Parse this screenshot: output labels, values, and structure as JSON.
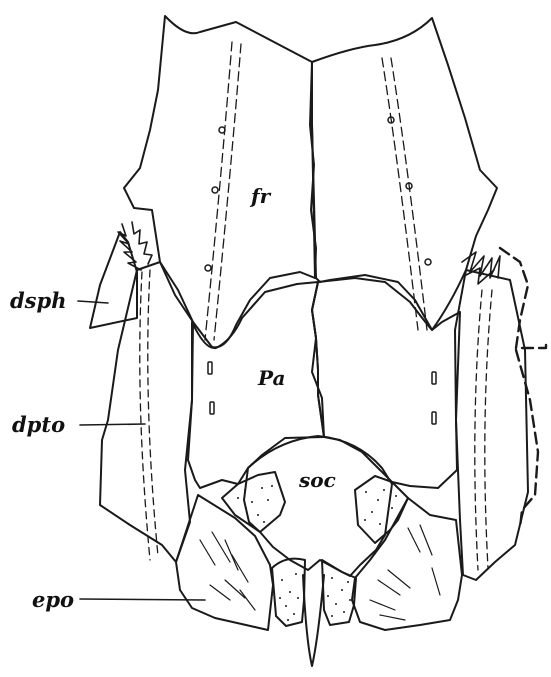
{
  "figure": {
    "ink_color": "#1a1a1a",
    "background": "#ffffff",
    "labels": {
      "fr": "fr",
      "pa": "Pa",
      "soc": "soc",
      "dsph": "dsph",
      "dpto": "dpto",
      "epo": "epo"
    }
  }
}
